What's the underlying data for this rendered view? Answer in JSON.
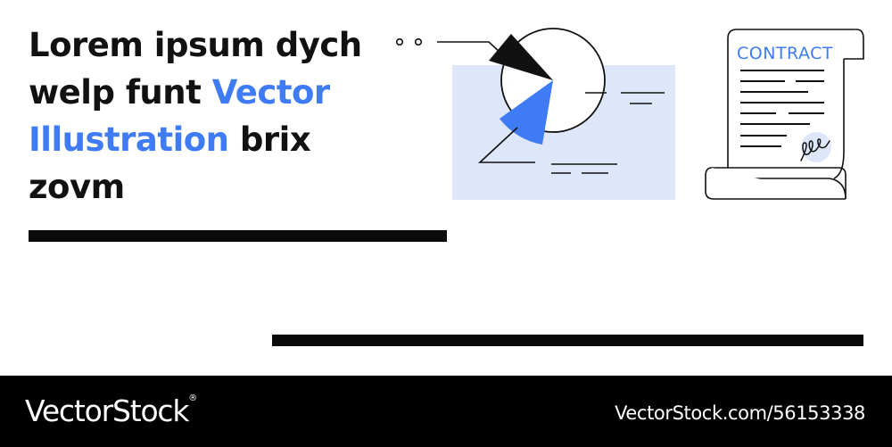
{
  "headline": {
    "part1": "Lorem ipsum dych welp funt ",
    "accent": "Vector Illustration",
    "part2": " brix zovm"
  },
  "illustration": {
    "panel_color": "#dde7f9",
    "accent_color": "#3f7bf5",
    "document_label": "CONTRACT",
    "icons": [
      "pie-chart-icon",
      "contract-document-icon",
      "signature-stamp-icon"
    ]
  },
  "footer": {
    "brand": "VectorStock",
    "brand_mark": "®",
    "credit": "VectorStock.com/56153338"
  }
}
